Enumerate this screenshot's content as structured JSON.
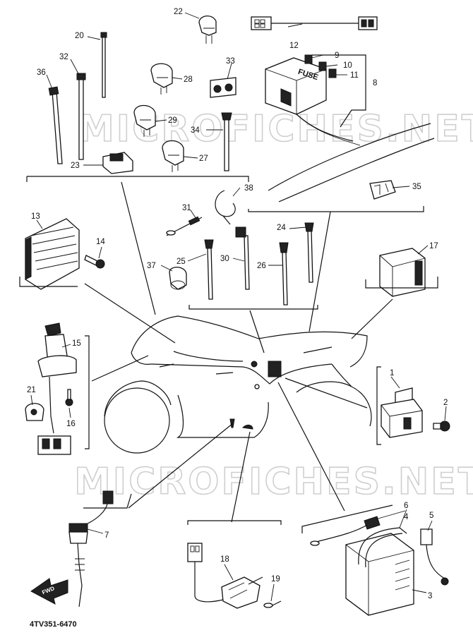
{
  "diagram": {
    "watermark": "MICROFICHES.NET",
    "part_number": "4TV351-6470",
    "fuse_box_label": "FUSE",
    "fwd_label": "FWD",
    "callouts": [
      "1",
      "2",
      "3",
      "4",
      "5",
      "6",
      "7",
      "8",
      "9",
      "10",
      "11",
      "12",
      "13",
      "14",
      "15",
      "16",
      "17",
      "18",
      "19",
      "20",
      "21",
      "22",
      "23",
      "24",
      "25",
      "26",
      "27",
      "28",
      "29",
      "30",
      "31",
      "32",
      "33",
      "34",
      "35",
      "36",
      "37",
      "38"
    ]
  }
}
